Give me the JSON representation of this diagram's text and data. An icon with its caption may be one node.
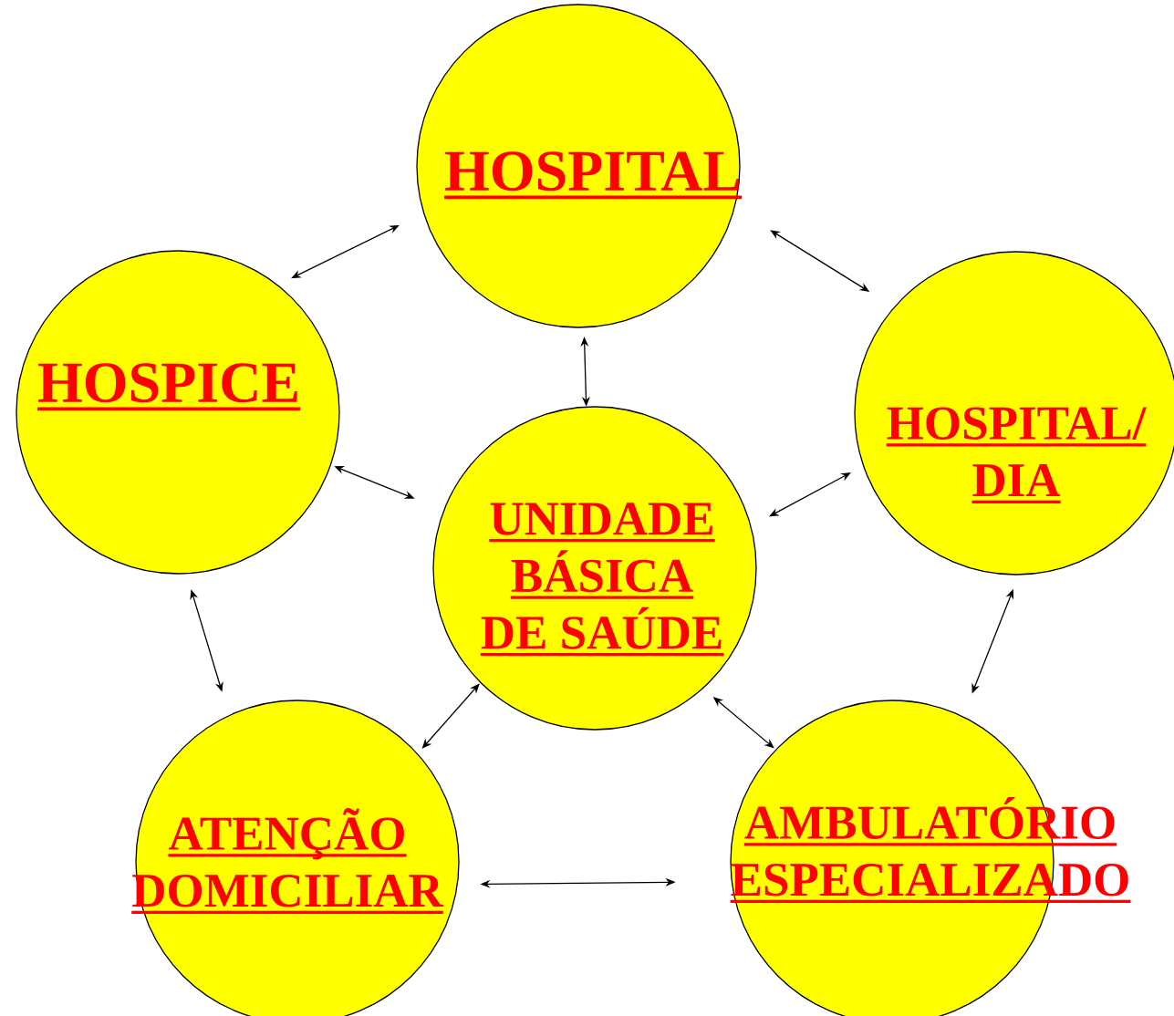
{
  "diagram": {
    "nodes": [
      {
        "text": [
          "HOSPITAL"
        ]
      },
      {
        "text": [
          "HOSPICE"
        ]
      },
      {
        "text": [
          "HOSPITAL/ DIA"
        ]
      },
      {
        "text": [
          "UNIDADE BÁSICA DE SAÚDE"
        ]
      },
      {
        "text": [
          "ATENÇÃO DOMICILIAR"
        ]
      },
      {
        "text": [
          "AMBULATÓRIO ESPECIALIZADO"
        ]
      }
    ],
    "edges": [
      {
        "from": 0,
        "to": 1,
        "arrow": "both"
      },
      {
        "from": 0,
        "to": 2,
        "arrow": "both"
      },
      {
        "from": 0,
        "to": 3,
        "arrow": "both"
      },
      {
        "from": 1,
        "to": 3,
        "arrow": "both"
      },
      {
        "from": 2,
        "to": 3,
        "arrow": "both"
      },
      {
        "from": 1,
        "to": 4,
        "arrow": "both"
      },
      {
        "from": 3,
        "to": 4,
        "arrow": "both"
      },
      {
        "from": 3,
        "to": 5,
        "arrow": "both"
      },
      {
        "from": 2,
        "to": 5,
        "arrow": "both"
      },
      {
        "from": 4,
        "to": 5,
        "arrow": "both"
      }
    ]
  }
}
